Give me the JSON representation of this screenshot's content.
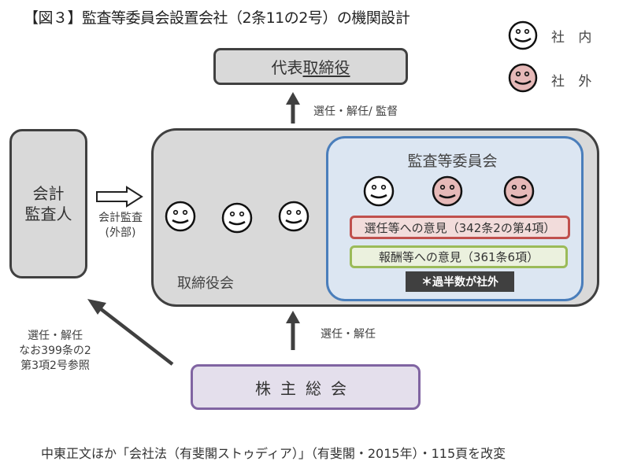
{
  "title": "【図３】監査等委員会設置会社（2条11の2号）の機関設計",
  "legend": {
    "internal_label": "社 内",
    "external_label": "社 外",
    "internal_color": "#ffffff",
    "external_color": "#e6b9b8"
  },
  "representative_director": {
    "prefix": "代表",
    "underlined": "取締役"
  },
  "arrow_rep_label": "選任・解任/ 監督",
  "accounting_auditor": {
    "line1": "会計",
    "line2": "監査人"
  },
  "audit_arrow_label": {
    "line1": "会計監査",
    "line2": "(外部)"
  },
  "board": {
    "label": "取締役会",
    "members": [
      "internal",
      "internal",
      "internal"
    ]
  },
  "audit_committee": {
    "title": "監査等委員会",
    "members": [
      "internal",
      "external",
      "external"
    ],
    "opinion_election": "選任等への意見（342条2の第4項）",
    "opinion_compensation": "報酬等への意見（361条6項）",
    "majority_note": "＊過半数が社外"
  },
  "arrow_board_label": "選任・解任",
  "arrow_auditor_note": {
    "line1": "選任・解任",
    "line2": "なお399条の2",
    "line3": "第3項2号参照"
  },
  "shareholders_meeting": "株主総会",
  "footer": "中東正文ほか「会社法（有斐閣ストゥディア）」（有斐閣・2015年）・115頁を改変",
  "colors": {
    "box_fill": "#d9d9d9",
    "box_border": "#404040",
    "committee_fill": "#dce6f2",
    "committee_border": "#4a7ebb",
    "red_border": "#c0504d",
    "green_border": "#9bbb59",
    "purple_border": "#8064a2"
  }
}
